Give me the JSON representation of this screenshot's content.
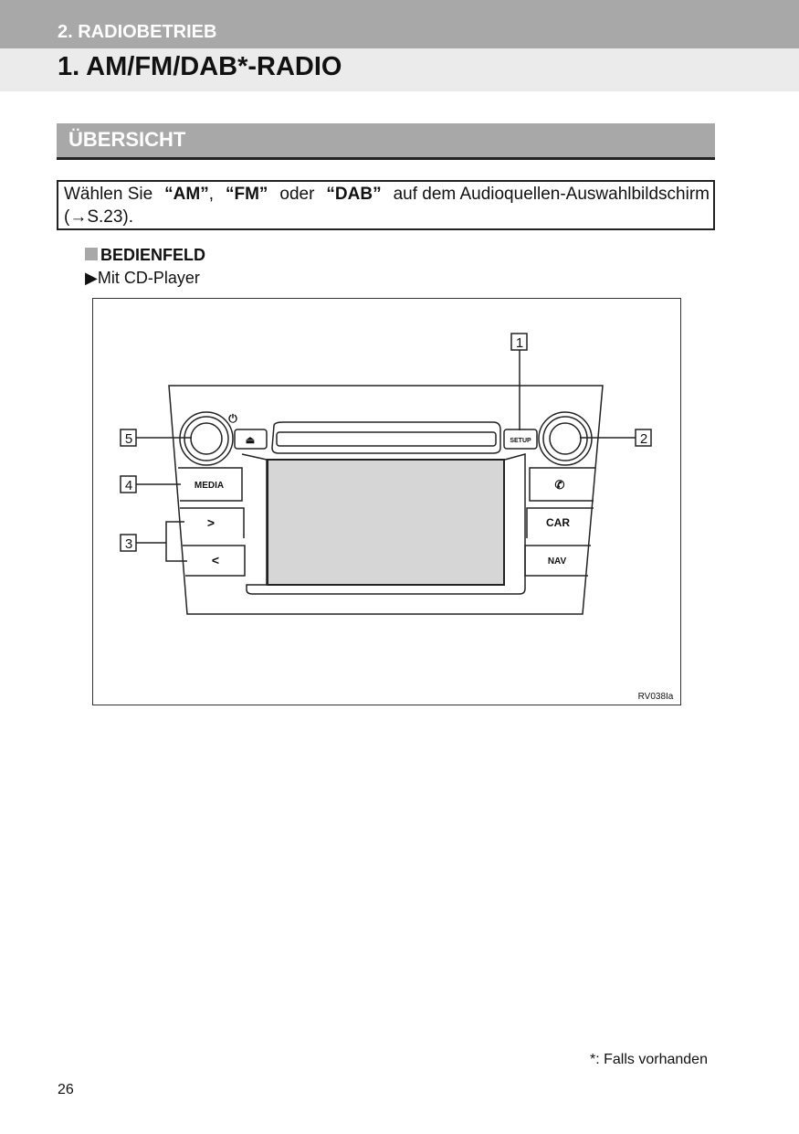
{
  "header": {
    "chapter": "2. RADIOBETRIEB",
    "title": "1. AM/FM/DAB*-RADIO"
  },
  "section": {
    "title": "ÜBERSICHT"
  },
  "note": {
    "prefix": "Wählen Sie",
    "am": "“AM”",
    "comma": ",",
    "fm": "“FM”",
    "oder": "oder",
    "dab": "“DAB”",
    "suffix": "auf dem Audioquellen-Auswahlbildschirm",
    "ref": "(→S.23)."
  },
  "subheading": "BEDIENFELD",
  "variant": "▶Mit CD-Player",
  "figure": {
    "code": "RV038Ia",
    "callouts": [
      "1",
      "2",
      "3",
      "4",
      "5"
    ],
    "buttons": {
      "media": "MEDIA",
      "next": ">",
      "prev": "<",
      "setup": "SETUP",
      "car": "CAR",
      "nav": "NAV",
      "eject": "⏏",
      "power": "⏻",
      "phone": "✆"
    }
  },
  "footnote": "*: Falls vorhanden",
  "page_number": "26"
}
